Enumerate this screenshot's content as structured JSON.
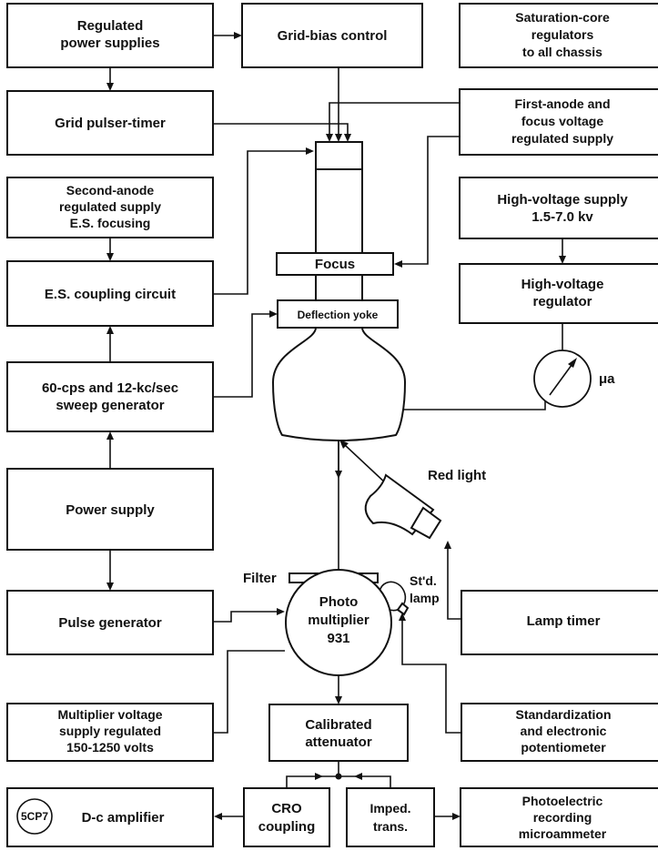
{
  "blocks": {
    "regulated_power": [
      "Regulated",
      "power supplies"
    ],
    "grid_bias": [
      "Grid-bias control"
    ],
    "saturation": [
      "Saturation-core",
      "regulators",
      "to all chassis"
    ],
    "grid_pulser": [
      "Grid pulser-timer"
    ],
    "first_anode": [
      "First-anode and",
      "focus voltage",
      "regulated supply"
    ],
    "second_anode": [
      "Second-anode",
      "regulated supply",
      "E.S. focusing"
    ],
    "high_voltage_supply": [
      "High-voltage supply",
      "1.5-7.0 kv"
    ],
    "es_coupling": [
      "E.S. coupling circuit"
    ],
    "high_voltage_regulator": [
      "High-voltage",
      "regulator"
    ],
    "sweep_generator": [
      "60-cps and 12-kc/sec",
      "sweep generator"
    ],
    "power_supply": [
      "Power supply"
    ],
    "pulse_generator": [
      "Pulse generator"
    ],
    "lamp_timer": [
      "Lamp timer"
    ],
    "multiplier_voltage": [
      "Multiplier voltage",
      "supply regulated",
      "150-1250 volts"
    ],
    "calibrated_attenuator": [
      "Calibrated",
      "attenuator"
    ],
    "standardization": [
      "Standardization",
      "and electronic",
      "potentiometer"
    ],
    "dc_amplifier": [
      "D-c amplifier"
    ],
    "cro_coupling": [
      "CRO",
      "coupling"
    ],
    "imped_trans": [
      "Imped.",
      "trans."
    ],
    "photoelectric": [
      "Photoelectric",
      "recording",
      "microammeter"
    ]
  },
  "components": {
    "focus": "Focus",
    "deflection_yoke": "Deflection yoke",
    "photomultiplier": [
      "Photo",
      "multiplier",
      "931"
    ],
    "scope_tube": "5CP7",
    "microammeter": "μa"
  },
  "labels": {
    "red_light": "Red light",
    "filter": "Filter",
    "std_lamp": [
      "St'd.",
      "lamp"
    ]
  }
}
